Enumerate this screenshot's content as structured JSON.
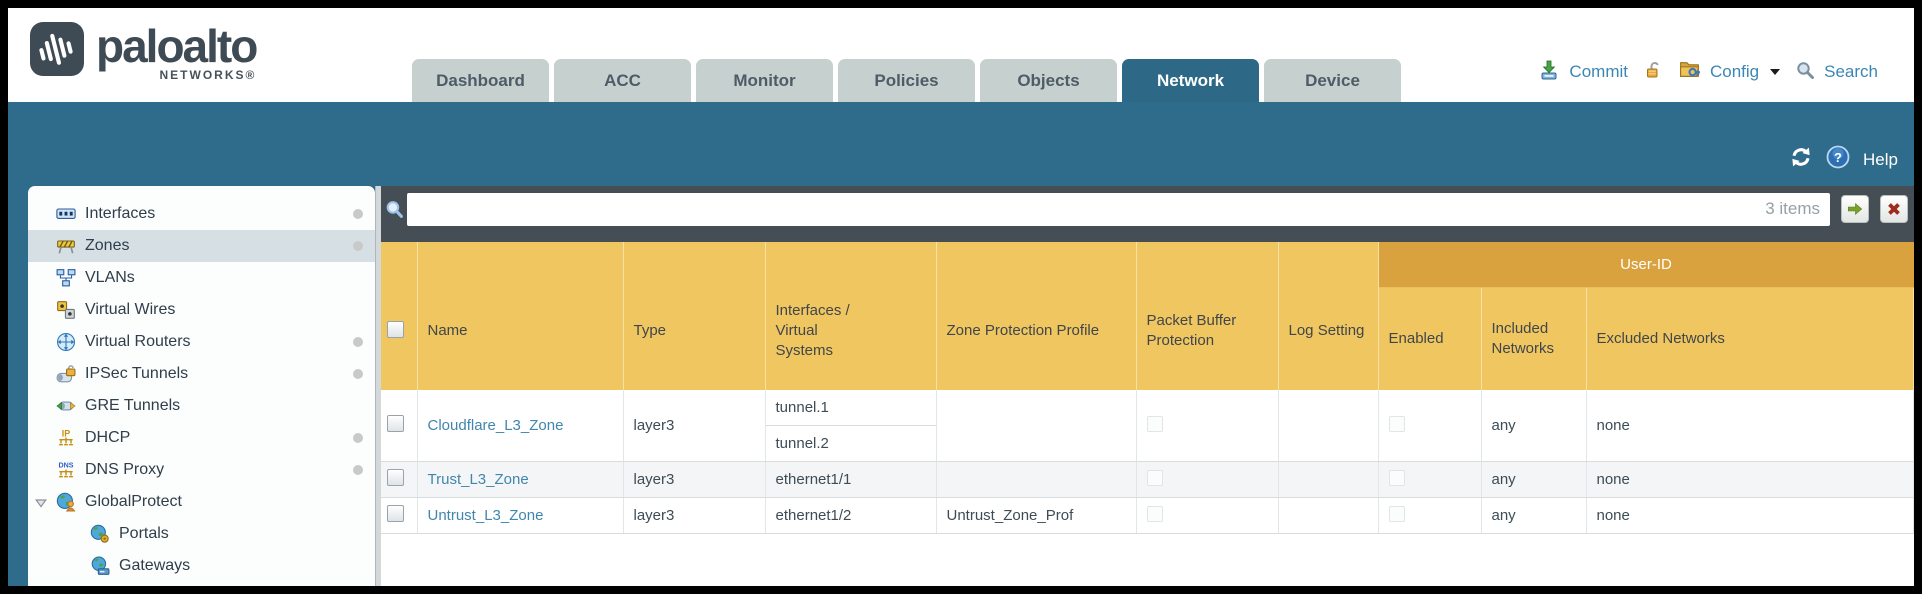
{
  "brand": {
    "wordmark": "paloalto",
    "subtitle": "NETWORKS®"
  },
  "nav": {
    "tabs": [
      {
        "label": "Dashboard"
      },
      {
        "label": "ACC"
      },
      {
        "label": "Monitor"
      },
      {
        "label": "Policies"
      },
      {
        "label": "Objects"
      },
      {
        "label": "Network",
        "active": true
      },
      {
        "label": "Device"
      }
    ],
    "commit_label": "Commit",
    "config_label": "Config",
    "search_label": "Search"
  },
  "subheader": {
    "help_label": "Help"
  },
  "sidebar": {
    "selected": "Zones",
    "items": [
      {
        "label": "Interfaces",
        "icon": "interfaces-icon",
        "dot": true
      },
      {
        "label": "Zones",
        "icon": "zones-icon",
        "dot": true,
        "selected": true
      },
      {
        "label": "VLANs",
        "icon": "vlans-icon"
      },
      {
        "label": "Virtual Wires",
        "icon": "virtual-wires-icon"
      },
      {
        "label": "Virtual Routers",
        "icon": "virtual-routers-icon",
        "dot": true
      },
      {
        "label": "IPSec Tunnels",
        "icon": "ipsec-tunnels-icon",
        "dot": true
      },
      {
        "label": "GRE Tunnels",
        "icon": "gre-tunnels-icon"
      },
      {
        "label": "DHCP",
        "icon": "dhcp-icon",
        "dot": true
      },
      {
        "label": "DNS Proxy",
        "icon": "dns-proxy-icon",
        "dot": true
      },
      {
        "label": "GlobalProtect",
        "icon": "globalprotect-icon",
        "expanded": true
      },
      {
        "label": "Portals",
        "icon": "portals-icon",
        "child": true
      },
      {
        "label": "Gateways",
        "icon": "gateways-icon",
        "child": true
      }
    ]
  },
  "filter": {
    "query": "",
    "count": "3 items"
  },
  "table": {
    "group_header": "User-ID",
    "columns": [
      "Name",
      "Type",
      "Interfaces / Virtual Systems",
      "Zone Protection Profile",
      "Packet Buffer Protection",
      "Log Setting",
      "Enabled",
      "Included Networks",
      "Excluded Networks"
    ],
    "rows": [
      {
        "name": "Cloudflare_L3_Zone",
        "type": "layer3",
        "interfaces": [
          "tunnel.1",
          "tunnel.2"
        ],
        "zone_protection_profile": "",
        "packet_buffer_protection_checked": false,
        "log_setting": "",
        "user_id_enabled_checked": false,
        "included_networks": "any",
        "excluded_networks": "none"
      },
      {
        "name": "Trust_L3_Zone",
        "type": "layer3",
        "interfaces": [
          "ethernet1/1"
        ],
        "zone_protection_profile": "",
        "packet_buffer_protection_checked": false,
        "log_setting": "",
        "user_id_enabled_checked": false,
        "included_networks": "any",
        "excluded_networks": "none"
      },
      {
        "name": "Untrust_L3_Zone",
        "type": "layer3",
        "interfaces": [
          "ethernet1/2"
        ],
        "zone_protection_profile": "Untrust_Zone_Prof",
        "packet_buffer_protection_checked": false,
        "log_setting": "",
        "user_id_enabled_checked": false,
        "included_networks": "any",
        "excluded_networks": "none"
      }
    ]
  },
  "colors": {
    "teal_band": "#2f6b8a",
    "active_tab": "#2d6987",
    "header_gold": "#f0c660",
    "group_header_gold": "#d9a23e",
    "filter_bar": "#454e54",
    "link_blue": "#4186ad",
    "alt_row": "#f3f5f6"
  }
}
